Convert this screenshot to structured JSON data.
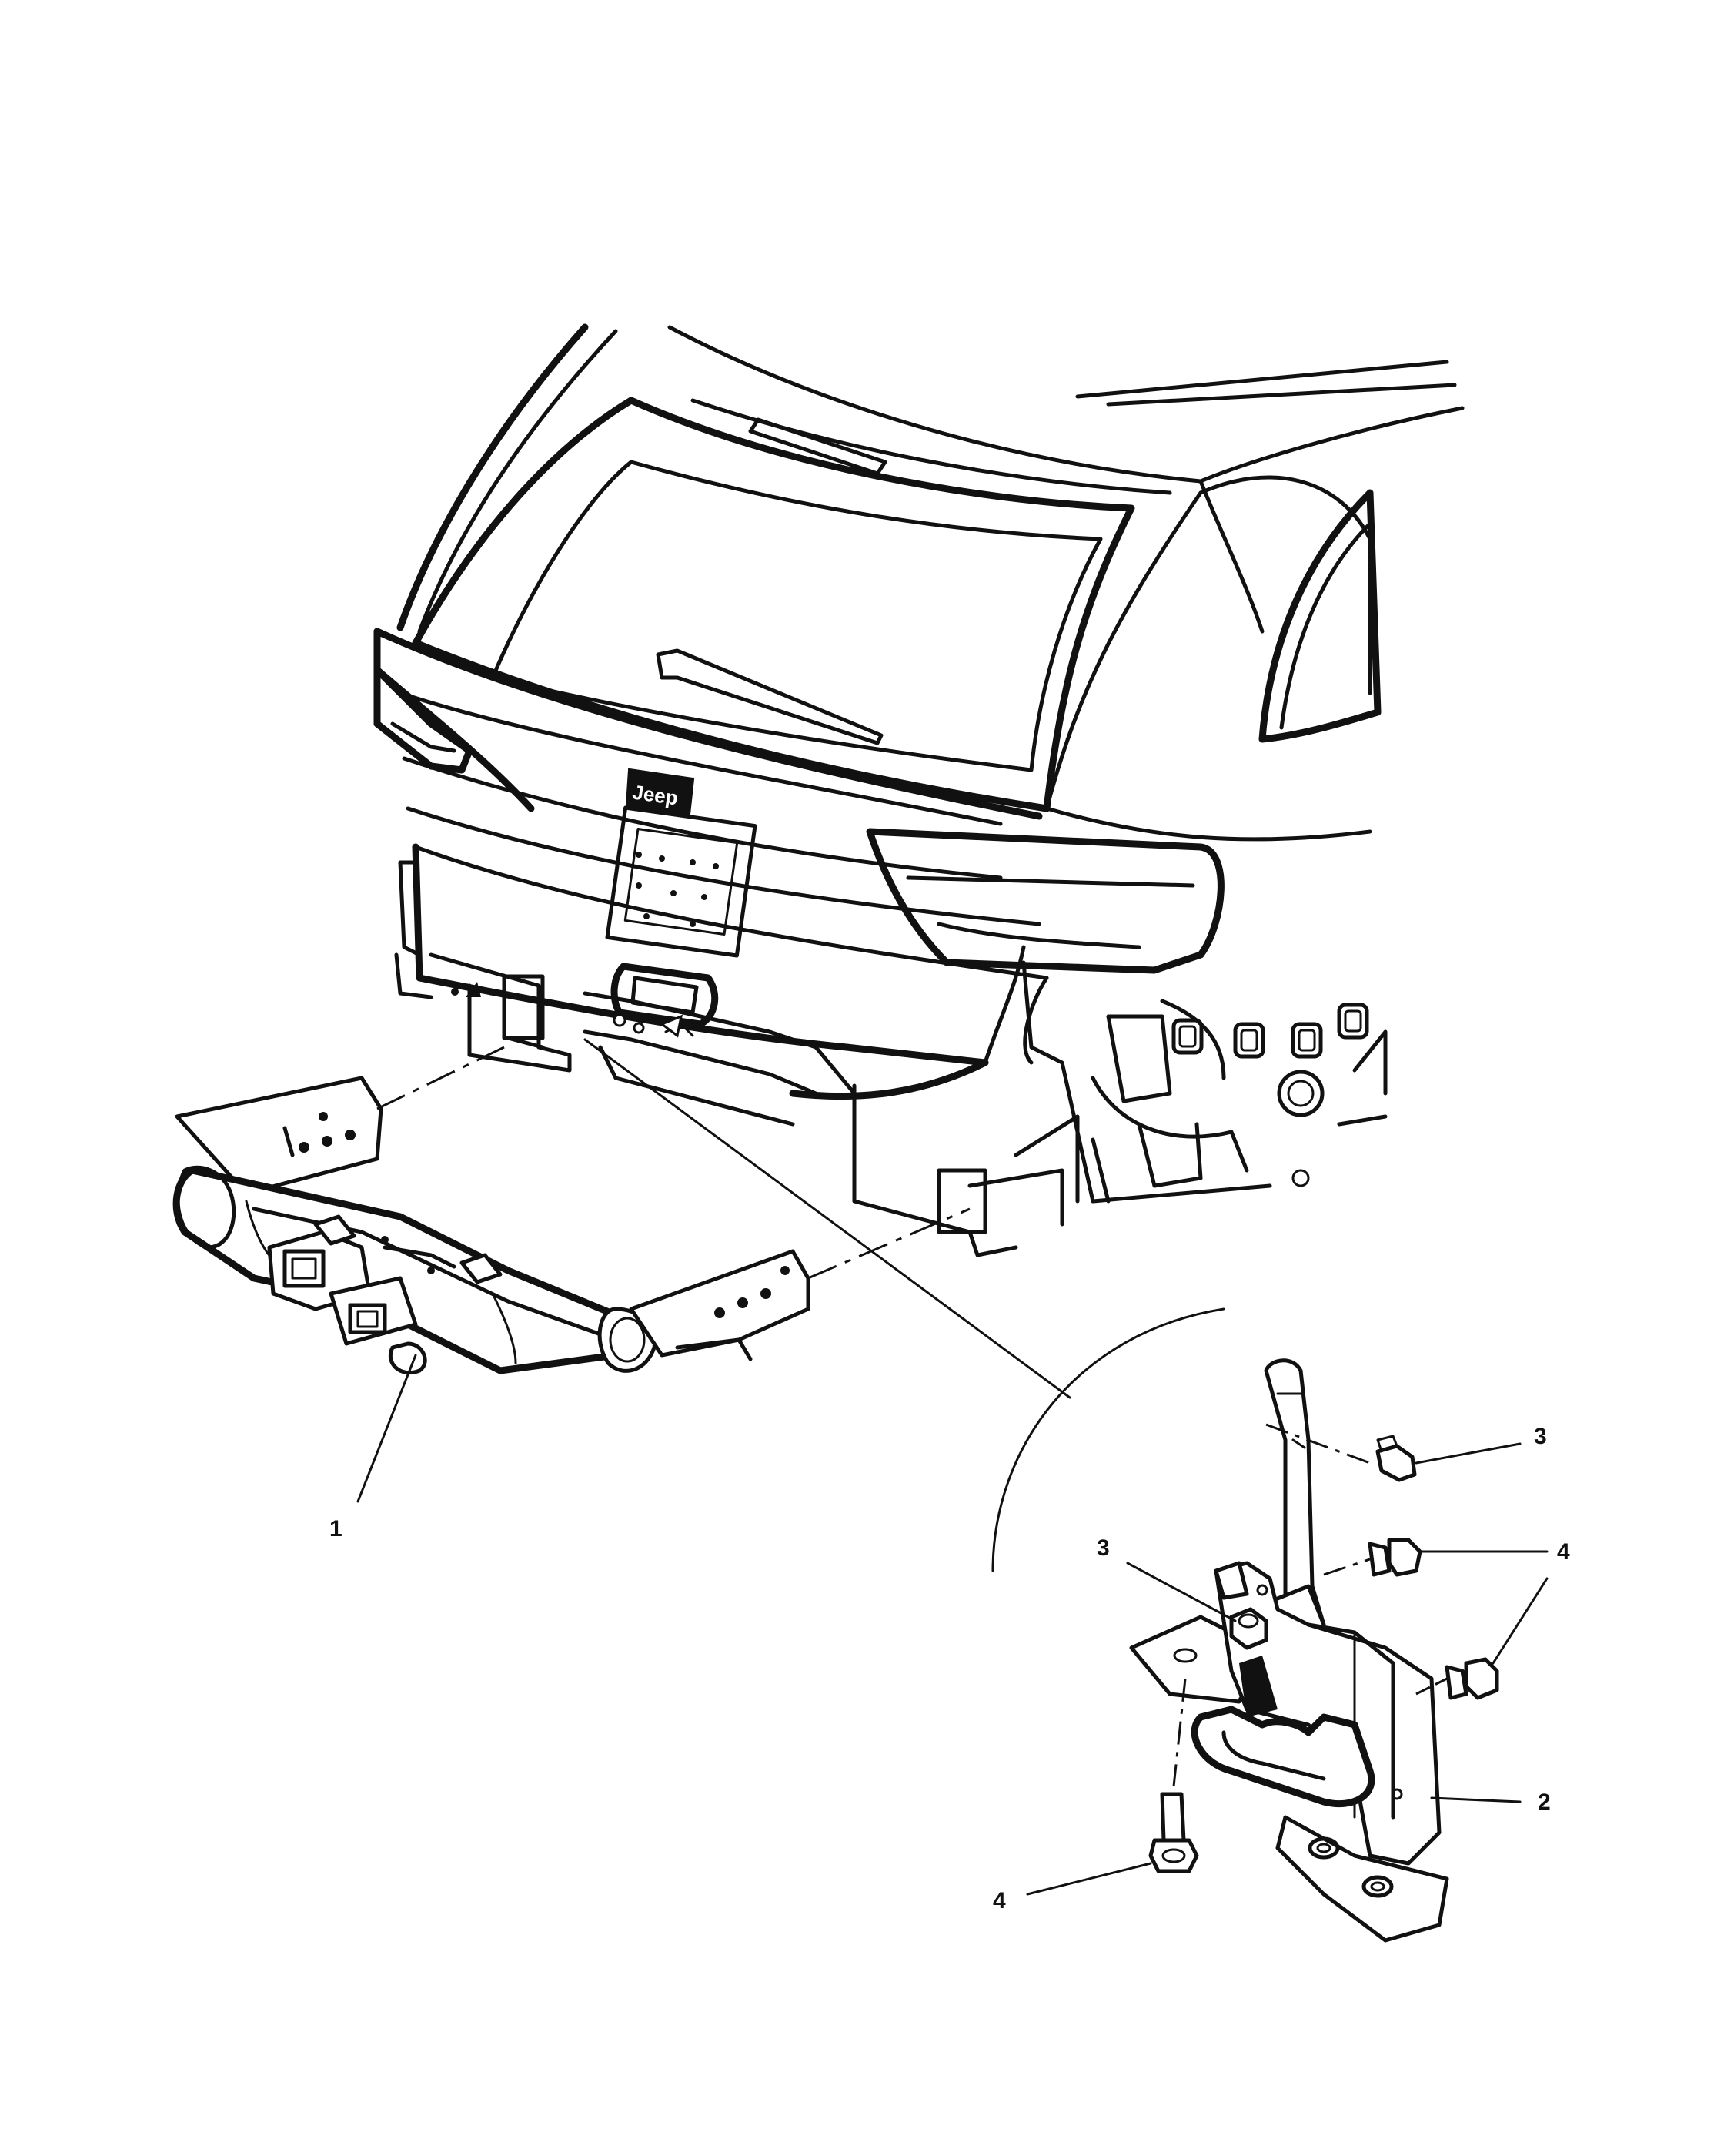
{
  "badge": {
    "text": "Jeep"
  },
  "callouts": [
    {
      "id": "c1",
      "label": "1"
    },
    {
      "id": "c2",
      "label": "2"
    },
    {
      "id": "c3a",
      "label": "3"
    },
    {
      "id": "c3b",
      "label": "3"
    },
    {
      "id": "c4a",
      "label": "4"
    },
    {
      "id": "c4b",
      "label": "4"
    }
  ],
  "colors": {
    "ink": "#111111",
    "paper": "#ffffff"
  }
}
